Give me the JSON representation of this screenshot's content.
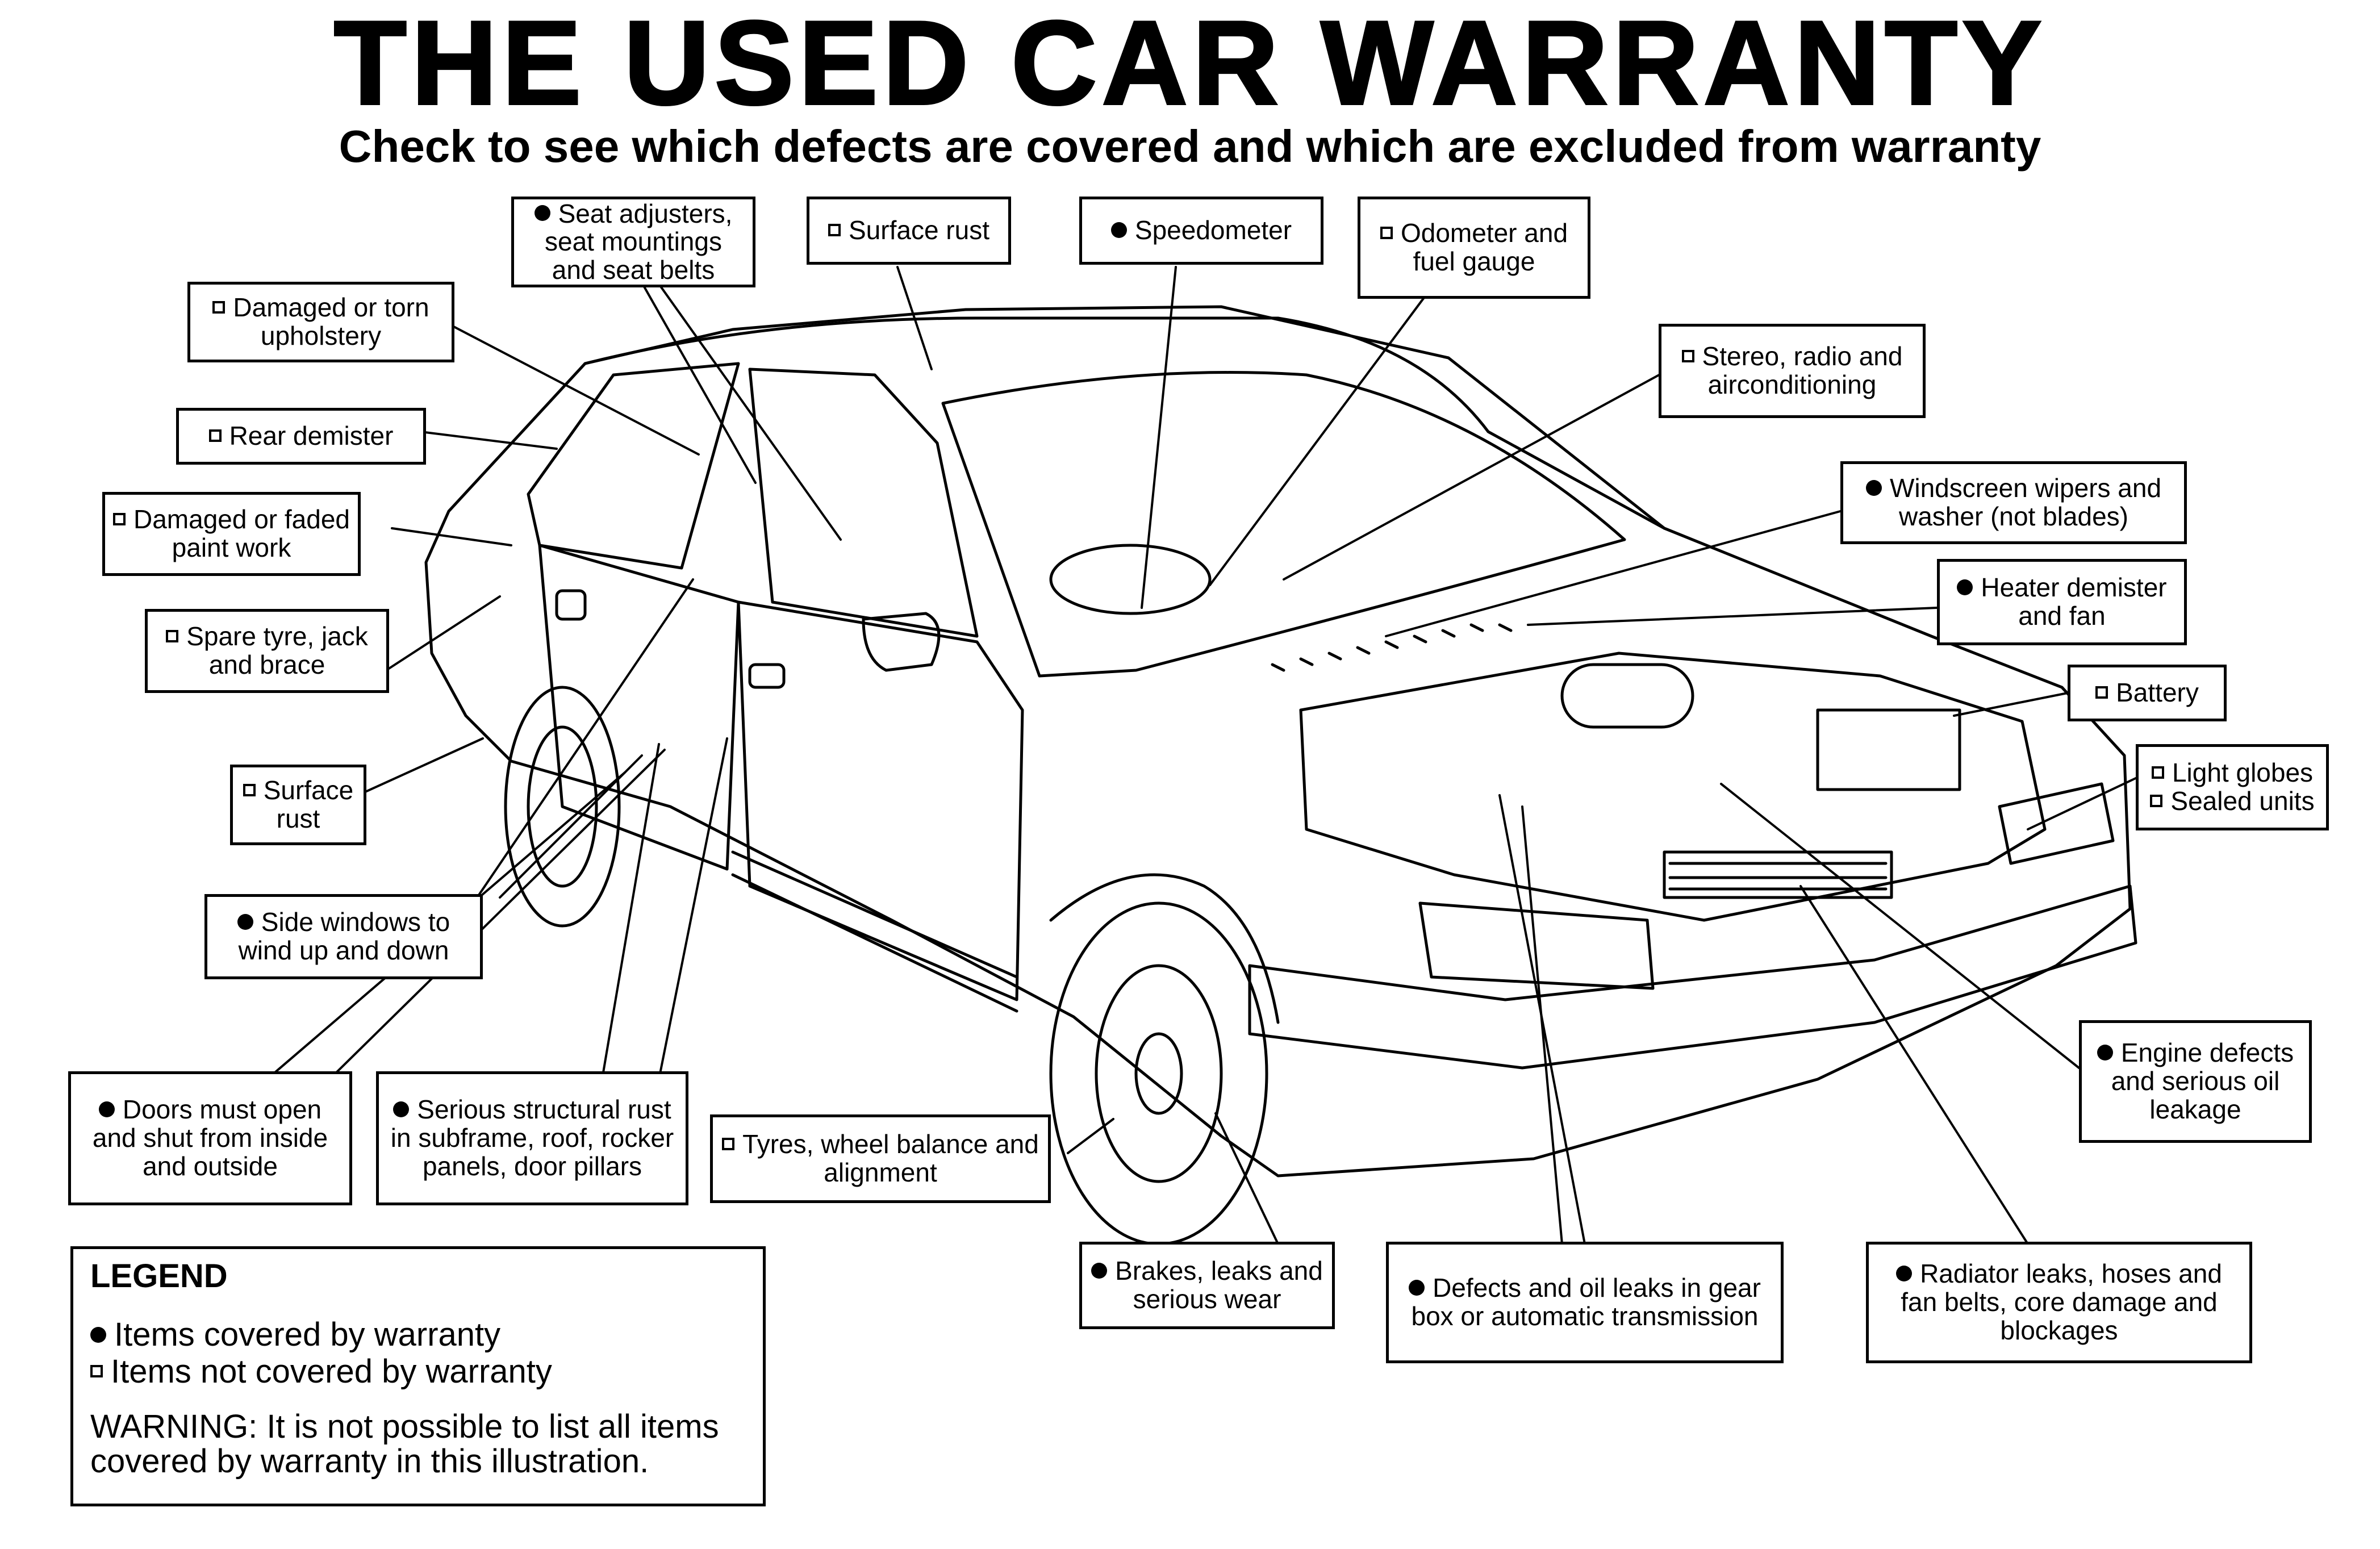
{
  "header": {
    "title": "THE USED CAR WARRANTY",
    "subtitle": "Check to see which defects are covered and which are excluded from warranty"
  },
  "legend": {
    "heading": "LEGEND",
    "covered_label": "Items covered by warranty",
    "not_covered_label": "Items not covered by warranty",
    "warning": "WARNING: It is not possible to list all items covered by warranty in this illustration."
  },
  "callouts": [
    {
      "id": "seat",
      "text": "Seat adjusters, seat mountings and seat belts",
      "covered": true
    },
    {
      "id": "surface-rust-top",
      "text": "Surface rust",
      "covered": false
    },
    {
      "id": "speedometer",
      "text": "Speedometer",
      "covered": true
    },
    {
      "id": "odometer",
      "text": "Odometer and fuel gauge",
      "covered": false
    },
    {
      "id": "upholstery",
      "text": "Damaged or torn upholstery",
      "covered": false
    },
    {
      "id": "stereo",
      "text": "Stereo, radio and airconditioning",
      "covered": false
    },
    {
      "id": "rear-demister",
      "text": "Rear demister",
      "covered": false
    },
    {
      "id": "wipers",
      "text": "Windscreen wipers and washer (not blades)",
      "covered": true
    },
    {
      "id": "paint",
      "text": "Damaged or faded paint work",
      "covered": false
    },
    {
      "id": "heater",
      "text": "Heater demister and fan",
      "covered": true
    },
    {
      "id": "spare-tyre",
      "text": "Spare tyre, jack and brace",
      "covered": false
    },
    {
      "id": "battery",
      "text": "Battery",
      "covered": false
    },
    {
      "id": "light-globes",
      "text": "Light globes",
      "covered": false
    },
    {
      "id": "sealed-units",
      "text": "Sealed units",
      "covered": false
    },
    {
      "id": "surface-rust-side",
      "text": "Surface rust",
      "covered": false
    },
    {
      "id": "side-windows",
      "text": "Side windows to wind up and down",
      "covered": true
    },
    {
      "id": "engine",
      "text": "Engine defects and serious oil leakage",
      "covered": true
    },
    {
      "id": "doors",
      "text": "Doors must open and shut from inside and outside",
      "covered": true
    },
    {
      "id": "structural-rust",
      "text": "Serious structural rust in subframe, roof, rocker panels, door pillars",
      "covered": true
    },
    {
      "id": "tyres",
      "text": "Tyres, wheel balance and alignment",
      "covered": false
    },
    {
      "id": "brakes",
      "text": "Brakes, leaks and serious wear",
      "covered": true
    },
    {
      "id": "gearbox",
      "text": "Defects and oil leaks in gear box or automatic transmission",
      "covered": true
    },
    {
      "id": "radiator",
      "text": "Radiator leaks, hoses and fan belts, core damage and blockages",
      "covered": true
    }
  ]
}
